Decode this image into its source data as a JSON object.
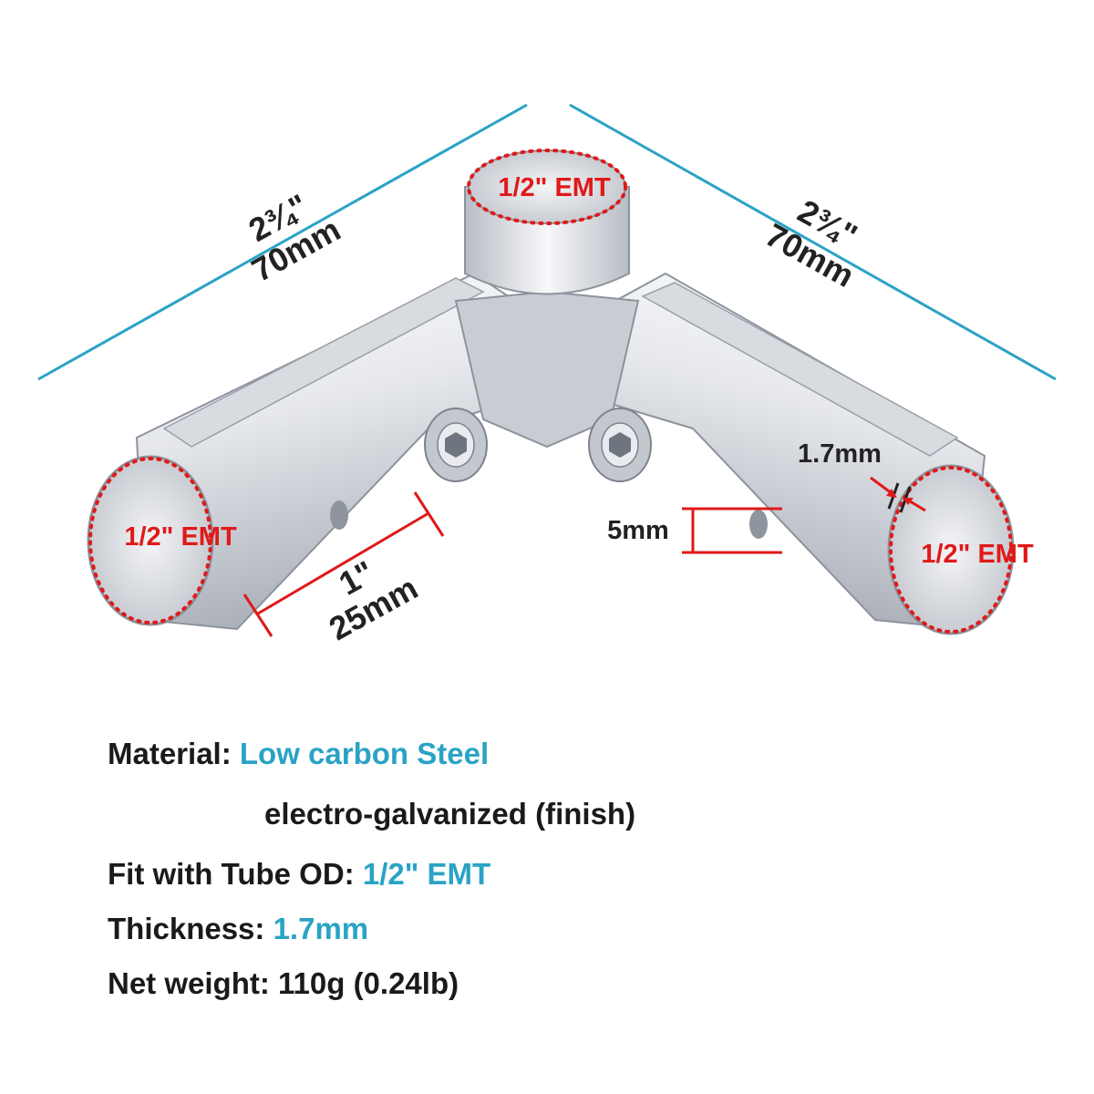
{
  "colors": {
    "dimension_line": "#2aa3c5",
    "callout": "#e01919",
    "text": "#1a1a1a",
    "accent": "#2aa3c5",
    "metal_light": "#f2f2f4",
    "metal_mid": "#cfd2d8",
    "metal_dark": "#9aa0aa"
  },
  "dimensions": {
    "left_length_inch": "2¾\"",
    "left_length_mm": "70mm",
    "right_length_inch": "2¾\"",
    "right_length_mm": "70mm",
    "insert_depth_inch": "1\"",
    "insert_depth_mm": "25mm",
    "hole_size": "5mm",
    "wall_thickness": "1.7mm"
  },
  "openings": {
    "top": "1/2\" EMT",
    "left": "1/2\" EMT",
    "right": "1/2\" EMT"
  },
  "specs": {
    "material_label": "Material:",
    "material_value": "Low carbon Steel",
    "finish": "electro-galvanized (finish)",
    "fit_label": "Fit with Tube OD:",
    "fit_value": "1/2\" EMT",
    "thickness_label": "Thickness:",
    "thickness_value": "1.7mm",
    "weight_label": "Net weight:",
    "weight_value": "110g (0.24lb)"
  }
}
